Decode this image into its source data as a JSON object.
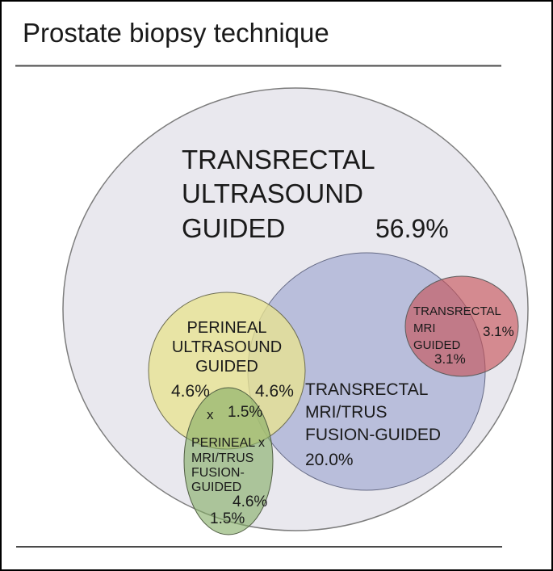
{
  "frame": {
    "title": "Prostate biopsy technique"
  },
  "diagram": {
    "type": "euler-venn",
    "sets": [
      {
        "name": "transrectal-ultrasound-guided",
        "lines": [
          "TRANSRECTAL",
          "ULTRASOUND",
          "GUIDED"
        ],
        "pct": "56.9%",
        "fill": "#e9e8ee"
      },
      {
        "name": "transrectal-mri-trus-fusion-guided",
        "lines": [
          "TRANSRECTAL",
          "MRI/TRUS",
          "FUSION-GUIDED"
        ],
        "pct": "20.0%",
        "fill": "#99a2ce"
      },
      {
        "name": "transrectal-mri-guided",
        "lines": [
          "TRANSRECTAL",
          "MRI",
          "GUIDED"
        ],
        "pct": "3.1%",
        "pct_overlap": "3.1%",
        "fill": "#c75156"
      },
      {
        "name": "perineal-ultrasound-guided",
        "lines": [
          "PERINEAL",
          "ULTRASOUND",
          "GUIDED"
        ],
        "pct_left": "4.6%",
        "pct_right": "4.6%",
        "fill": "#e8e391"
      },
      {
        "name": "perineal-mri-trus-fusion-guided",
        "lines": [
          "PERINEAL x",
          "MRI/TRUS",
          "FUSION-",
          "GUIDED"
        ],
        "pct": "4.6%",
        "pct_lower": "1.5%",
        "fill": "#82ac62"
      }
    ],
    "overlap": {
      "x_mark": "x",
      "pct": "1.5%"
    }
  }
}
